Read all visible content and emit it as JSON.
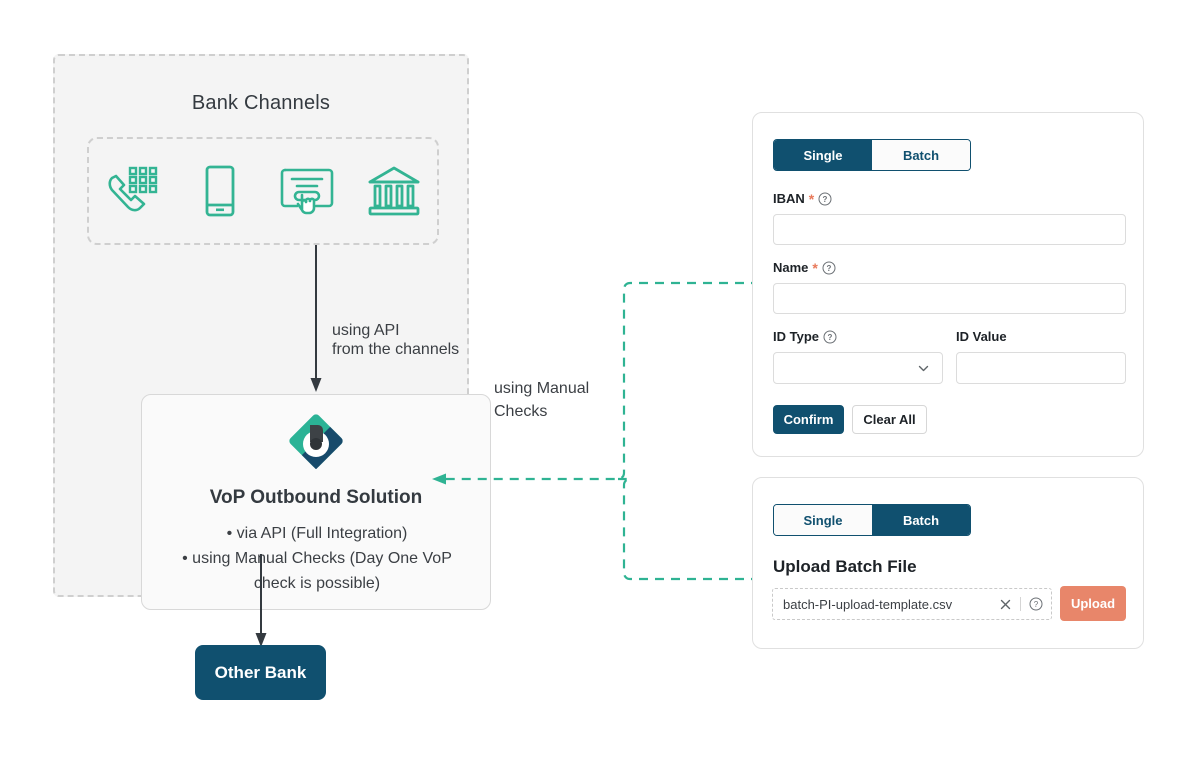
{
  "diagram": {
    "bank_channels_title": "Bank Channels",
    "channels": [
      {
        "name": "phone-keypad-icon",
        "label": "Phone Banking"
      },
      {
        "name": "mobile-phone-icon",
        "label": "Mobile Banking"
      },
      {
        "name": "online-banking-click-icon",
        "label": "Online Banking"
      },
      {
        "name": "bank-building-icon",
        "label": "Branch"
      }
    ],
    "api_connector_label": "using API\nfrom the channels",
    "manual_connector_label": "using Manual\nChecks",
    "vop": {
      "title": "VoP Outbound Solution",
      "bullets": [
        "• via API (Full Integration)",
        "• using Manual Checks (Day One VoP",
        "check is possible)"
      ]
    },
    "other_bank_label": "Other Bank"
  },
  "single_card": {
    "tabs": {
      "single": "Single",
      "batch": "Batch",
      "active": "Single"
    },
    "fields": {
      "iban": {
        "label": "IBAN",
        "required": true,
        "has_help": true,
        "value": "",
        "placeholder": ""
      },
      "name": {
        "label": "Name",
        "required": true,
        "has_help": true,
        "value": "",
        "placeholder": ""
      },
      "id_type": {
        "label": "ID Type",
        "required": false,
        "has_help": true,
        "value": "",
        "placeholder": ""
      },
      "id_value": {
        "label": "ID Value",
        "required": false,
        "has_help": false,
        "value": "",
        "placeholder": ""
      }
    },
    "buttons": {
      "confirm": "Confirm",
      "clear_all": "Clear All"
    }
  },
  "batch_card": {
    "tabs": {
      "single": "Single",
      "batch": "Batch",
      "active": "Batch"
    },
    "upload_title": "Upload Batch File",
    "file_name": "batch-PI-upload-template.csv",
    "upload_button": "Upload"
  },
  "colors": {
    "navy": "#10506f",
    "teal": "#33b493",
    "coral": "#e8866a",
    "required_star": "#e8795a",
    "panel_bg": "#f4f4f4",
    "dashed_gray": "#cfcfcf"
  }
}
